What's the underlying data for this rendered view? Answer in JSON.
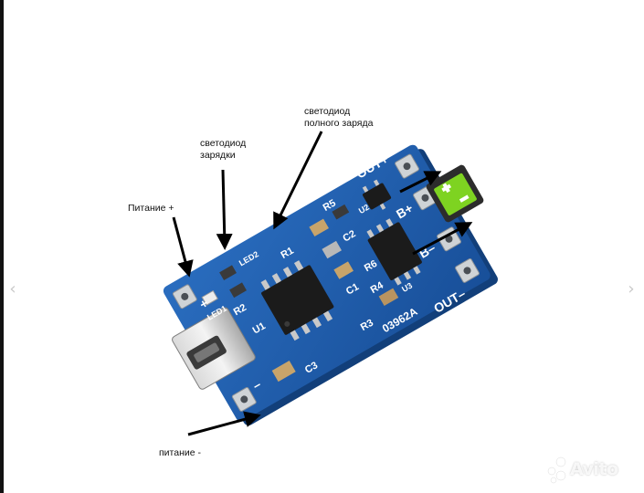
{
  "labels": {
    "full_charge_led": "светодиод\nполного заряда",
    "charging_led": "светодиод\nзарядки",
    "power_plus": "Питание +",
    "power_minus": "питание -"
  },
  "board": {
    "silkscreen": {
      "out_plus": "OUT+",
      "b_plus": "B+",
      "b_minus": "B–",
      "out_minus": "OUT–",
      "plus": "+",
      "minus": "–",
      "led1": "LED1",
      "led2": "LED2",
      "r1": "R1",
      "r2": "R2",
      "r3": "R3",
      "r4": "R4",
      "r5": "R5",
      "r6": "R6",
      "c1": "C1",
      "c2": "C2",
      "c3": "C3",
      "u1": "U1",
      "u2": "U2",
      "u3": "U3",
      "part_no": "03962A"
    },
    "colors": {
      "pcb": "#1f5fb0",
      "pcb_edge": "#123f7a",
      "silk": "#ffffff",
      "chip": "#1b1b1b",
      "battery_body": "#2c2c2c",
      "battery_fill": "#7ed321"
    }
  },
  "watermark": {
    "text": "Avito",
    "icon": "avito-dots-icon"
  },
  "nav": {
    "prev_icon": "chevron-left-icon",
    "next_icon": "chevron-right-icon",
    "prev": "‹",
    "next": "›"
  }
}
